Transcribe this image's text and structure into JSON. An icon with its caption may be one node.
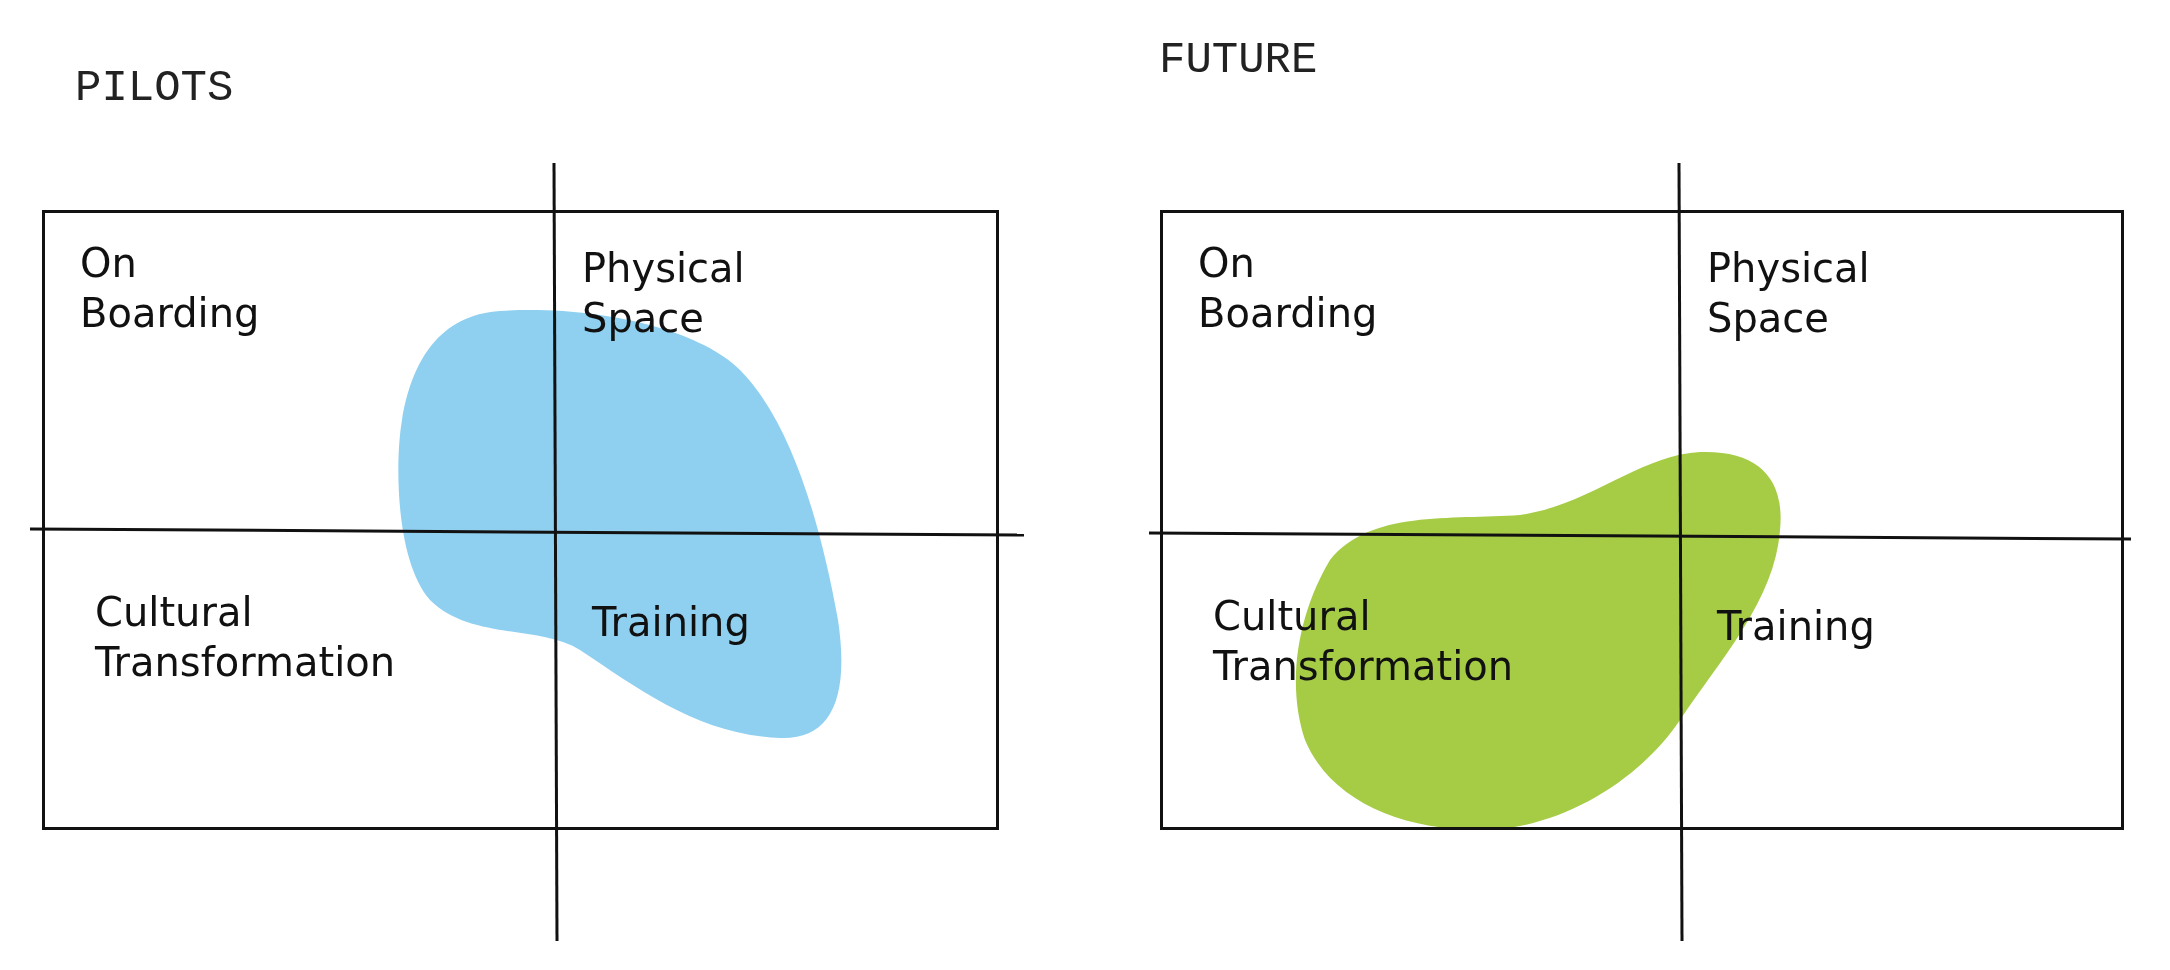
{
  "diagram": {
    "nodes": [
      {
        "text": [
          "PILOTS"
        ]
      },
      {
        "text": [
          "On Boarding"
        ],
        "in": 0
      },
      {
        "text": [
          "Physical Space"
        ],
        "in": 0
      },
      {
        "text": [
          "Cultural Transformation"
        ],
        "in": 0
      },
      {
        "text": [
          "Training"
        ],
        "in": 0
      },
      {
        "text": [
          "FUTURE"
        ]
      },
      {
        "text": [
          "On Boarding"
        ],
        "in": 5
      },
      {
        "text": [
          "Physical Space"
        ],
        "in": 5
      },
      {
        "text": [
          "Cultural Transformation"
        ],
        "in": 5
      },
      {
        "text": [
          "Training"
        ],
        "in": 5
      }
    ]
  }
}
